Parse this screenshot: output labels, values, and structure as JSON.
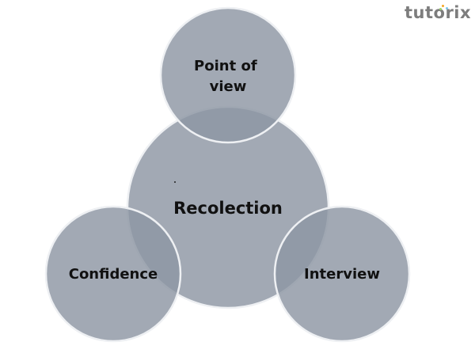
{
  "brand": {
    "logo_text": "tutorix",
    "logo_color": "#7d7d7d",
    "dot_colors": [
      "#f5a623",
      "#7cc4e8",
      "#9bd36a",
      "#e86a6a"
    ]
  },
  "diagram": {
    "type": "venn-cluster",
    "fill_color": "#8e96a3",
    "stroke_color": "#eef0f3",
    "center": {
      "label": "Recolection"
    },
    "satellites": [
      {
        "id": "top",
        "label_lines": [
          "Point of",
          "view"
        ]
      },
      {
        "id": "left",
        "label_lines": [
          "Confidence"
        ]
      },
      {
        "id": "right",
        "label_lines": [
          "Interview"
        ]
      }
    ]
  }
}
